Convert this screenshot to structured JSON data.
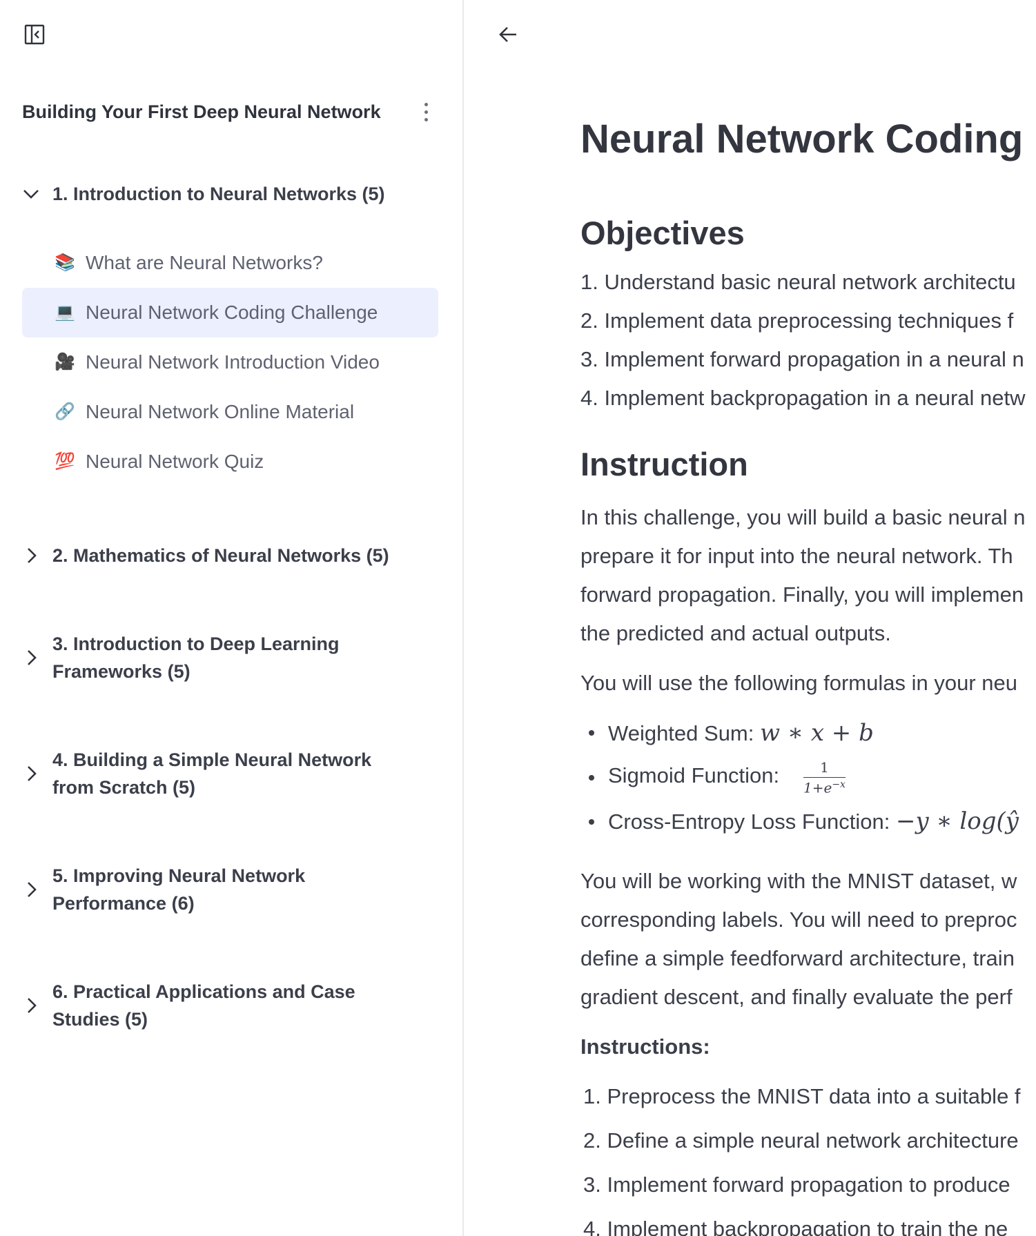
{
  "sidebar": {
    "course_title": "Building Your First Deep Neural Network",
    "sections": [
      {
        "label": "1. Introduction to Neural Networks (5)",
        "expanded": true,
        "lessons": [
          {
            "icon": "📚",
            "label": "What are Neural Networks?",
            "active": false
          },
          {
            "icon": "💻",
            "label": "Neural Network Coding Challenge",
            "active": true
          },
          {
            "icon": "🎥",
            "label": "Neural Network Introduction Video",
            "active": false
          },
          {
            "icon": "🔗",
            "label": "Neural Network Online Material",
            "active": false
          },
          {
            "icon": "💯",
            "label": "Neural Network Quiz",
            "active": false
          }
        ]
      },
      {
        "label": "2. Mathematics of Neural Networks (5)",
        "expanded": false
      },
      {
        "label_line1": "3. Introduction to Deep Learning",
        "label_line2": "Frameworks (5)",
        "expanded": false
      },
      {
        "label_line1": "4. Building a Simple Neural Network",
        "label_line2": "from Scratch (5)",
        "expanded": false
      },
      {
        "label_line1": "5. Improving Neural Network",
        "label_line2": "Performance (6)",
        "expanded": false
      },
      {
        "label_line1": "6. Practical Applications and Case",
        "label_line2": "Studies (5)",
        "expanded": false
      }
    ]
  },
  "main": {
    "title": "Neural Network Coding",
    "objectives_heading": "Objectives",
    "objectives": [
      "1. Understand basic neural network architectu",
      "2. Implement data preprocessing techniques f",
      "3. Implement forward propagation in a neural n",
      "4. Implement backpropagation in a neural netw"
    ],
    "instruction_heading": "Instruction",
    "instruction_lines": [
      "In this challenge, you will build a basic neural n",
      "prepare it for input into the neural network. Th",
      "forward propagation. Finally, you will implemen",
      "the predicted and actual outputs."
    ],
    "formulas_intro": "You will use the following formulas in your neu",
    "formulas": [
      {
        "label": "Weighted Sum:",
        "math": "w ∗ x + b"
      },
      {
        "label": "Sigmoid Function:",
        "math_num": "1",
        "math_den": "1+e",
        "math_sup": "−x"
      },
      {
        "label": "Cross-Entropy Loss Function:",
        "math": "−y ∗ log(ŷ"
      }
    ],
    "dataset_lines": [
      "You will be working with the MNIST dataset, w",
      "corresponding labels. You will need to preproc",
      "define a simple feedforward architecture, train",
      "gradient descent, and finally evaluate the perf"
    ],
    "instructions_heading": "Instructions:",
    "steps": [
      "1. Preprocess the MNIST data into a suitable f",
      "2. Define a simple neural network architecture",
      "3. Implement forward propagation to produce",
      "4. Implement backpropagation to train the ne"
    ]
  }
}
